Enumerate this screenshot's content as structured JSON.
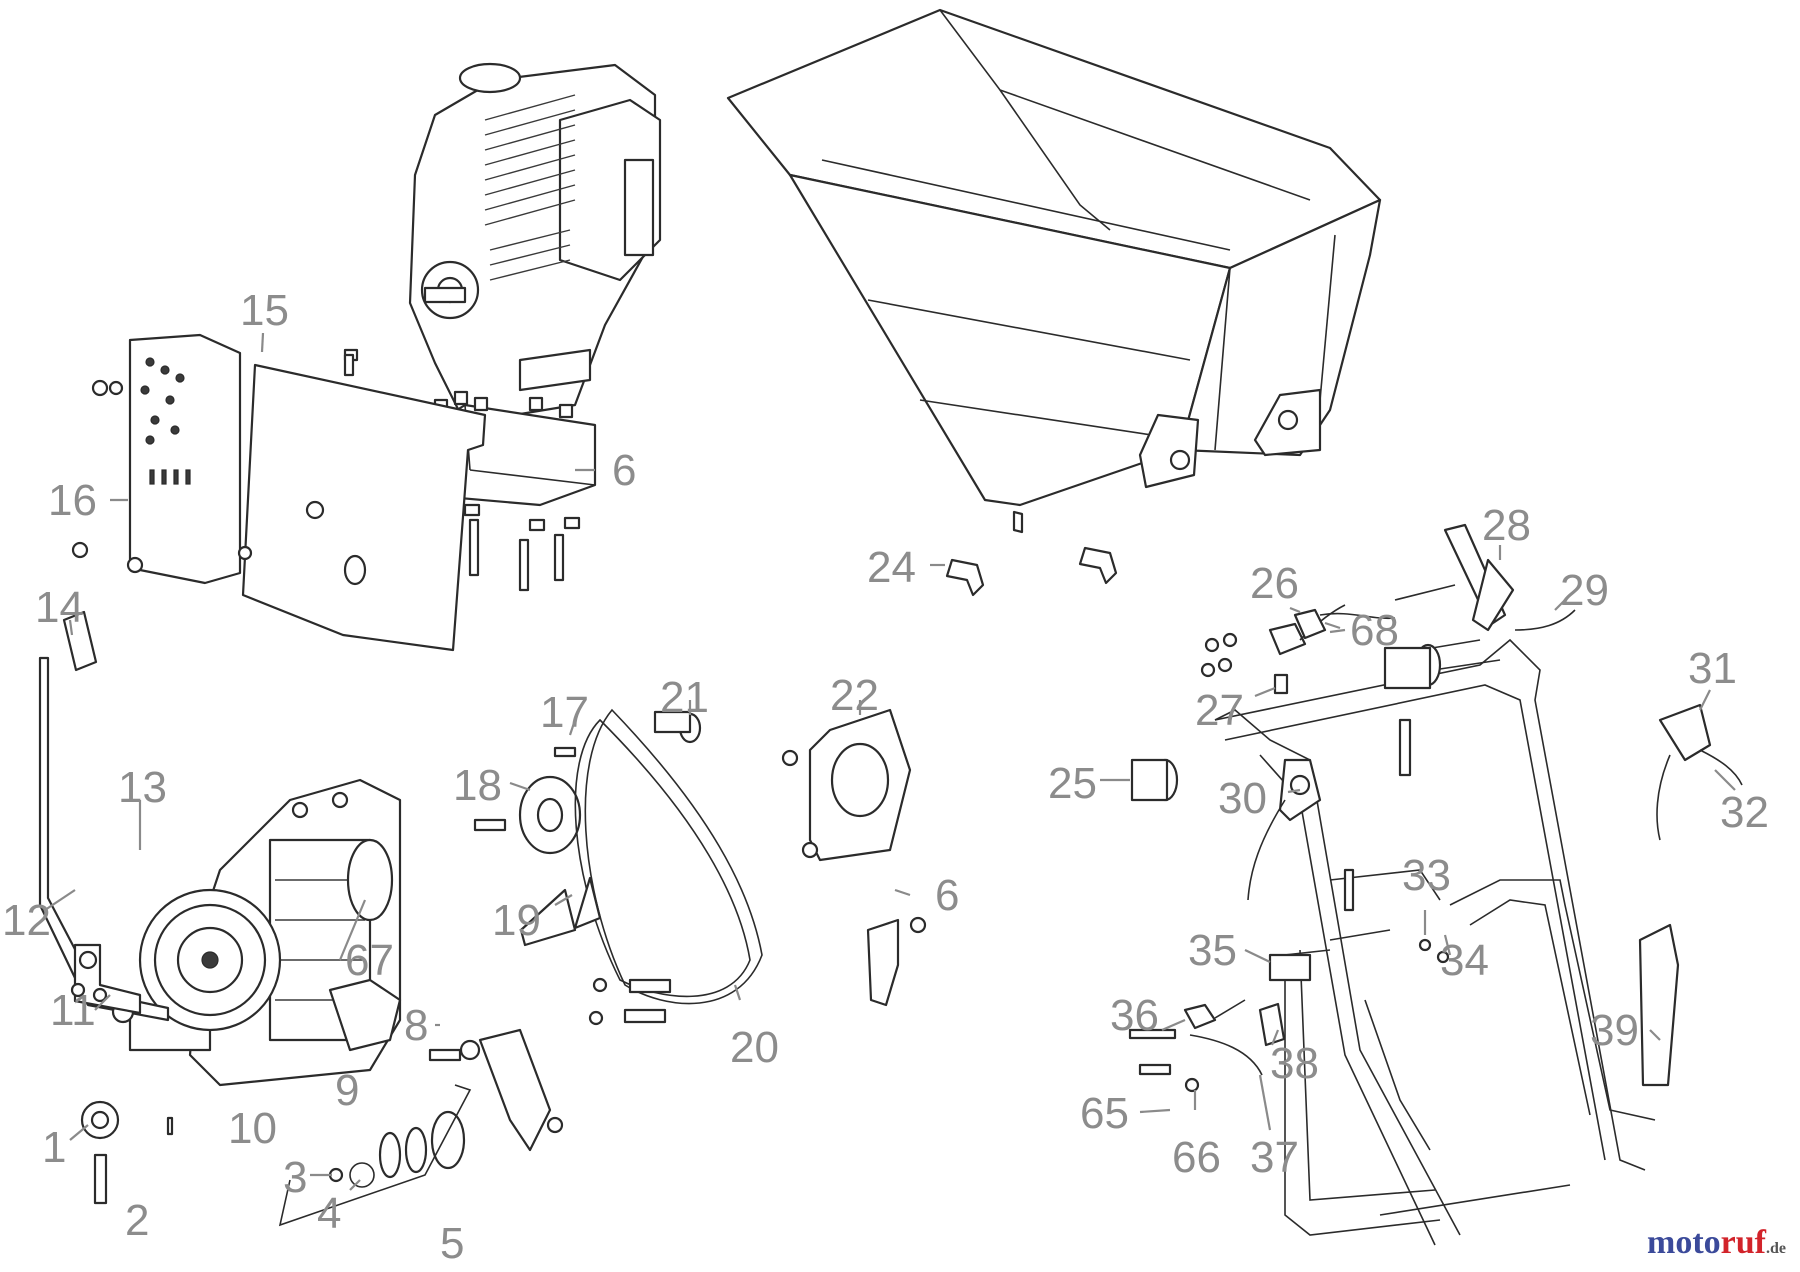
{
  "diagram": {
    "callouts": [
      {
        "id": "c1",
        "text": "1"
      },
      {
        "id": "c2",
        "text": "2"
      },
      {
        "id": "c3",
        "text": "3"
      },
      {
        "id": "c4",
        "text": "4"
      },
      {
        "id": "c5",
        "text": "5"
      },
      {
        "id": "c6a",
        "text": "6"
      },
      {
        "id": "c6b",
        "text": "6"
      },
      {
        "id": "c8",
        "text": "8"
      },
      {
        "id": "c9",
        "text": "9"
      },
      {
        "id": "c10",
        "text": "10"
      },
      {
        "id": "c11",
        "text": "11"
      },
      {
        "id": "c12",
        "text": "12"
      },
      {
        "id": "c13",
        "text": "13"
      },
      {
        "id": "c14",
        "text": "14"
      },
      {
        "id": "c15",
        "text": "15"
      },
      {
        "id": "c16",
        "text": "16"
      },
      {
        "id": "c17",
        "text": "17"
      },
      {
        "id": "c18",
        "text": "18"
      },
      {
        "id": "c19",
        "text": "19"
      },
      {
        "id": "c20",
        "text": "20"
      },
      {
        "id": "c21",
        "text": "21"
      },
      {
        "id": "c22",
        "text": "22"
      },
      {
        "id": "c24",
        "text": "24"
      },
      {
        "id": "c25",
        "text": "25"
      },
      {
        "id": "c26",
        "text": "26"
      },
      {
        "id": "c27",
        "text": "27"
      },
      {
        "id": "c28",
        "text": "28"
      },
      {
        "id": "c29",
        "text": "29"
      },
      {
        "id": "c30",
        "text": "30"
      },
      {
        "id": "c31",
        "text": "31"
      },
      {
        "id": "c32",
        "text": "32"
      },
      {
        "id": "c33",
        "text": "33"
      },
      {
        "id": "c34",
        "text": "34"
      },
      {
        "id": "c35",
        "text": "35"
      },
      {
        "id": "c36",
        "text": "36"
      },
      {
        "id": "c37",
        "text": "37"
      },
      {
        "id": "c38",
        "text": "38"
      },
      {
        "id": "c39",
        "text": "39"
      },
      {
        "id": "c65",
        "text": "65"
      },
      {
        "id": "c66",
        "text": "66"
      },
      {
        "id": "c67",
        "text": "67"
      },
      {
        "id": "c68",
        "text": "68"
      }
    ]
  },
  "watermark": {
    "part1": "moto",
    "part2": "ruf",
    "suffix": ".de",
    "color1": "#3b4a9a",
    "color2": "#d2232a"
  },
  "colors": {
    "line": "#2b2b2b",
    "callout": "#8c8c8c"
  }
}
